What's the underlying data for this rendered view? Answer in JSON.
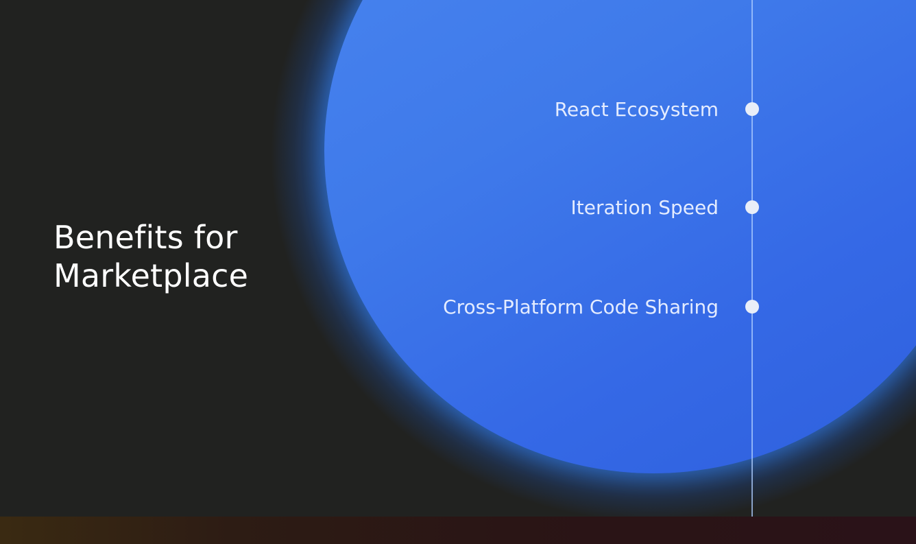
{
  "slide": {
    "title_line1": "Benefits for",
    "title_line2": "Marketplace",
    "items": [
      {
        "label": "React Ecosystem"
      },
      {
        "label": "Iteration Speed"
      },
      {
        "label": "Cross-Platform Code Sharing"
      }
    ]
  },
  "colors": {
    "background": "#212220",
    "circle": "#3f7aea",
    "text": "#ffffff",
    "dot": "#e9eef8"
  }
}
